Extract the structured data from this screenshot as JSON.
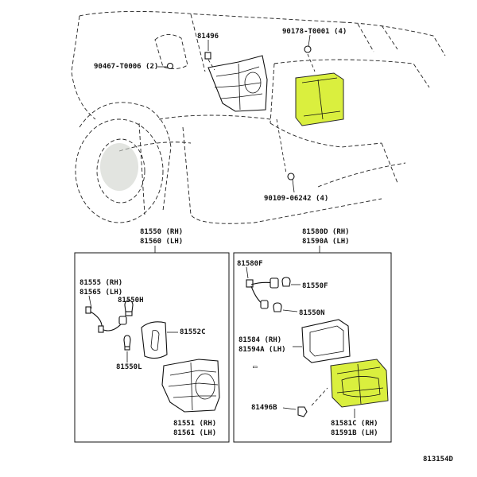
{
  "colors": {
    "highlight": "#d7ee2a",
    "line": "#111111",
    "background": "#ffffff"
  },
  "labels": {
    "clip_81496_top": "81496",
    "clip_90178": "90178-T0001 (4)",
    "clip_90467": "90467-T0006 (2)",
    "screw_90109": "90109-06242 (4)",
    "rh_lamp_assy_a": "81550 (RH)",
    "rh_lamp_assy_b": "81560 (LH)",
    "inner_lamp_assy_a": "81580D (RH)",
    "inner_lamp_assy_b": "81590A (LH)",
    "socket_a": "81555 (RH)",
    "socket_b": "81565 (LH)",
    "bulb_81550h": "81550H",
    "bulb_81550l": "81550L",
    "gasket_81552c": "81552C",
    "lens_a": "81551 (RH)",
    "lens_b": "81561 (LH)",
    "socket_81580f": "81580F",
    "bulb_81550f": "81550F",
    "bulb_81550n": "81550N",
    "gasket_inner_a": "81584 (RH)",
    "gasket_inner_b": "81594A (LH)",
    "clip_81496b": "81496B",
    "lens_inner_a": "81581C (RH)",
    "lens_inner_b": "81591B (LH)",
    "diagram_id": "813154D"
  }
}
